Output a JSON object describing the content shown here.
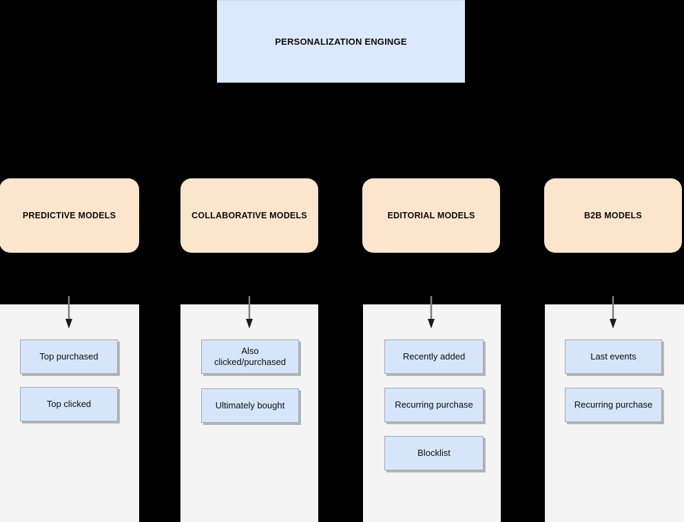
{
  "diagram": {
    "background_color": "#000000",
    "engine": {
      "label": "PERSONALIZATION ENGINGE",
      "fill": "#dbe8fd"
    },
    "model_fill": "#fce5cd",
    "panel_fill": "#f4f4f4",
    "sub_box_fill": "#d6e5fa",
    "arrow_color": "#808080",
    "columns": [
      {
        "title": "PREDICTIVE MODELS",
        "items": [
          {
            "label": "Top purchased"
          },
          {
            "label": "Top clicked"
          }
        ]
      },
      {
        "title": "COLLABORATIVE MODELS",
        "items": [
          {
            "label": "Also clicked/purchased"
          },
          {
            "label": "Ultimately bought"
          }
        ]
      },
      {
        "title": "EDITORIAL MODELS",
        "items": [
          {
            "label": "Recently added"
          },
          {
            "label": "Recurring purchase"
          },
          {
            "label": "Blocklist"
          }
        ]
      },
      {
        "title": "B2B MODELS",
        "items": [
          {
            "label": "Last events"
          },
          {
            "label": "Recurring purchase"
          }
        ]
      }
    ]
  }
}
